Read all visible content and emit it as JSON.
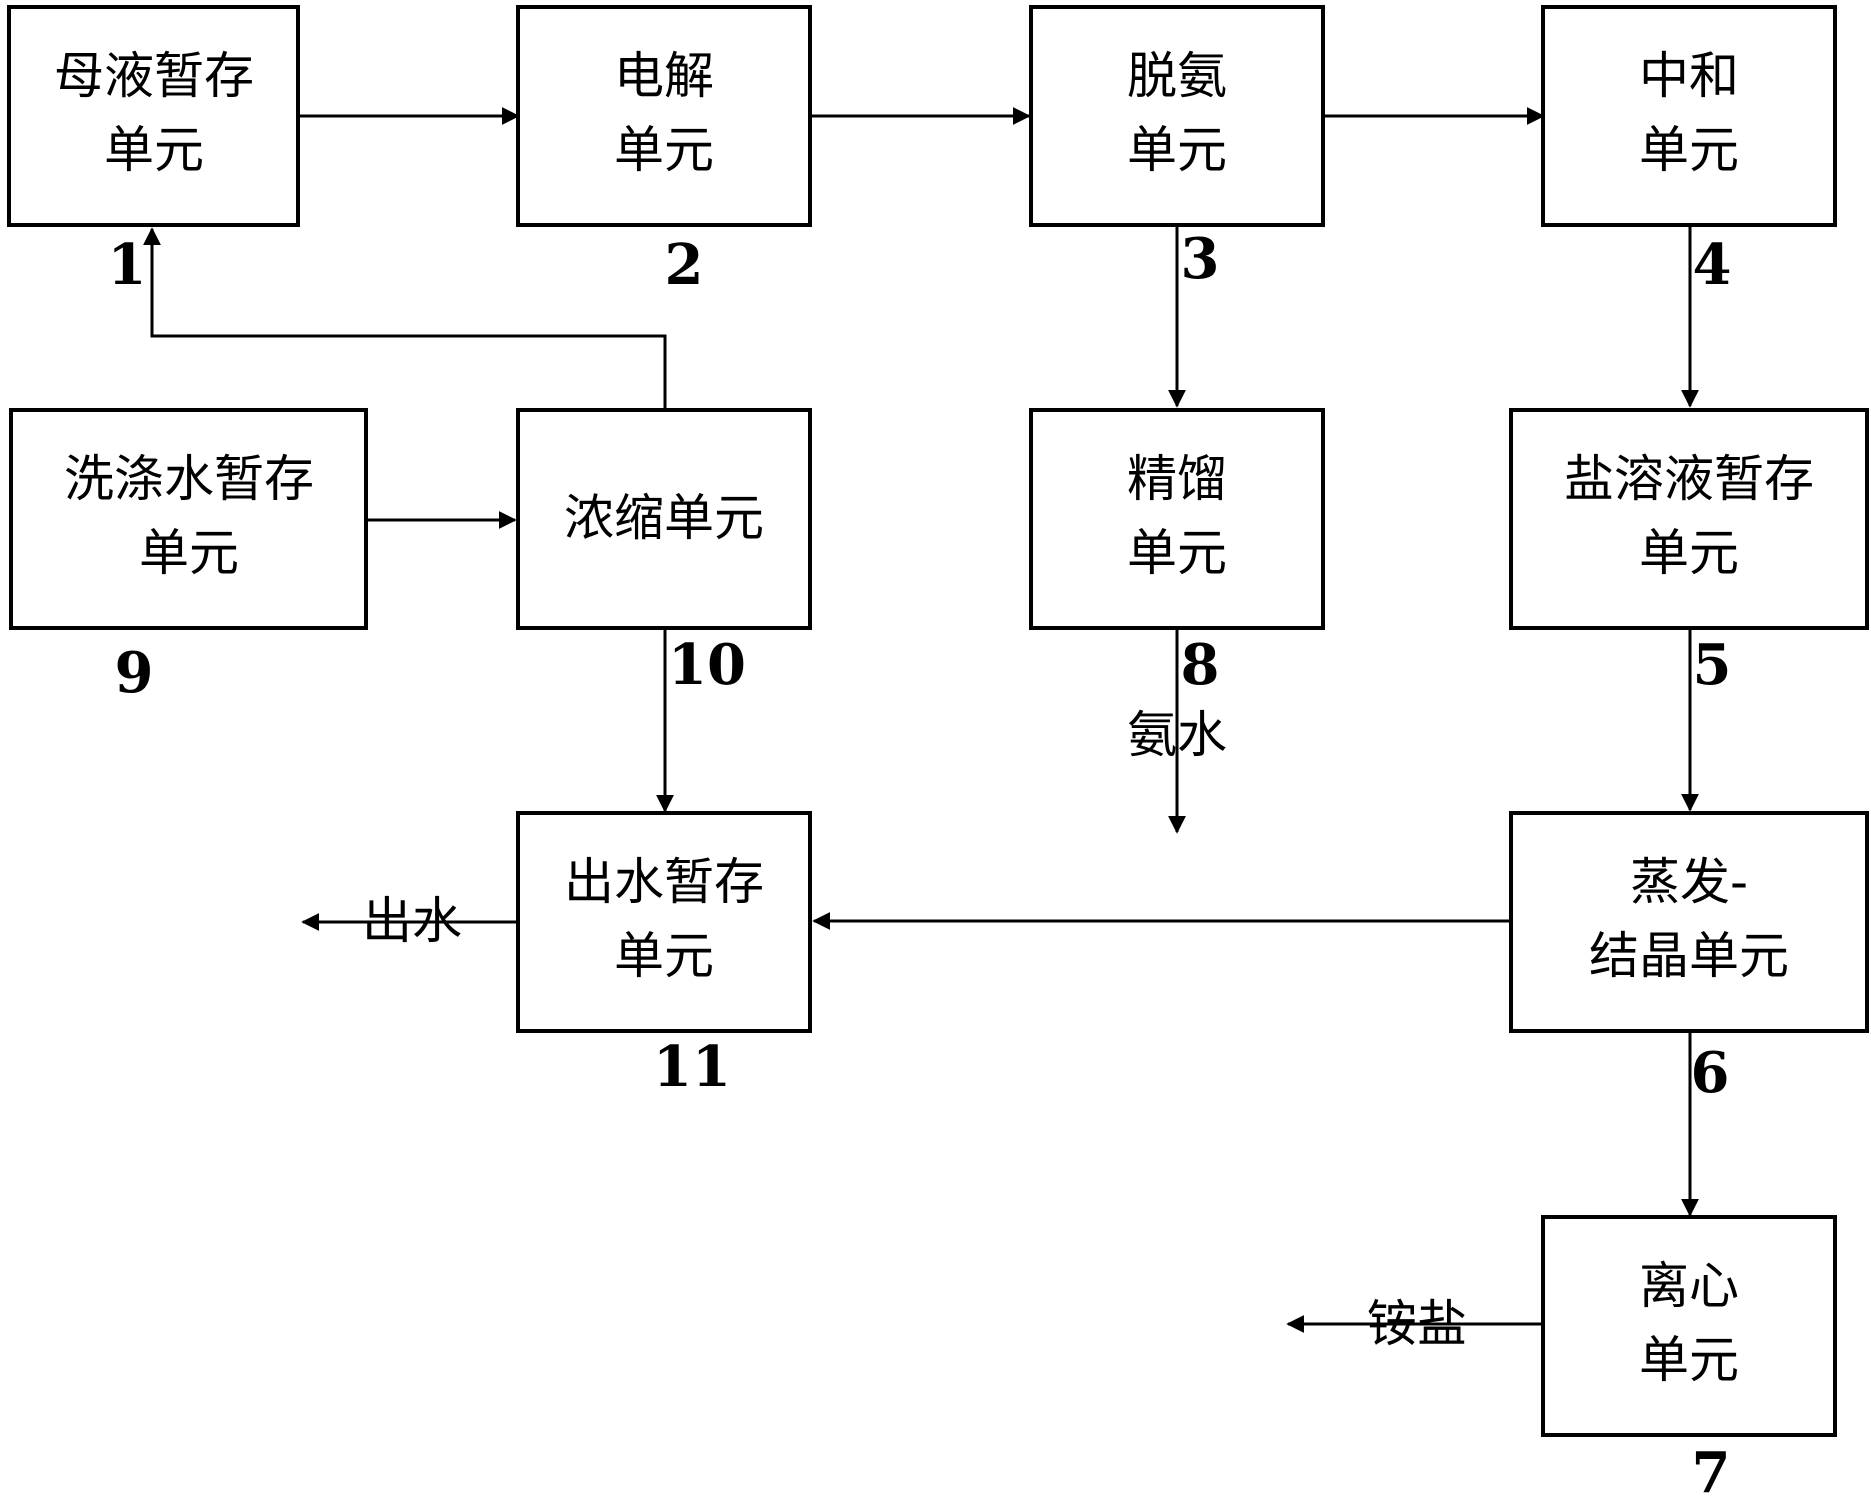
{
  "units": [
    {
      "id": "u1",
      "number": "1",
      "lines": [
        "母液暂存",
        "单元"
      ]
    },
    {
      "id": "u2",
      "number": "2",
      "lines": [
        "电解",
        "单元"
      ]
    },
    {
      "id": "u3",
      "number": "3",
      "lines": [
        "脱氨",
        "单元"
      ]
    },
    {
      "id": "u4",
      "number": "4",
      "lines": [
        "中和",
        "单元"
      ]
    },
    {
      "id": "u5",
      "number": "5",
      "lines": [
        "盐溶液暂存",
        "单元"
      ]
    },
    {
      "id": "u6",
      "number": "6",
      "lines": [
        "蒸发-",
        "结晶单元"
      ]
    },
    {
      "id": "u7",
      "number": "7",
      "lines": [
        "离心",
        "单元"
      ]
    },
    {
      "id": "u8",
      "number": "8",
      "lines": [
        "精馏",
        "单元"
      ]
    },
    {
      "id": "u9",
      "number": "9",
      "lines": [
        "洗涤水暂存",
        "单元"
      ]
    },
    {
      "id": "u10",
      "number": "10",
      "lines": [
        "浓缩单元"
      ]
    },
    {
      "id": "u11",
      "number": "11",
      "lines": [
        "出水暂存",
        "单元"
      ]
    }
  ],
  "outputs": {
    "ammonia_water": "氨水",
    "effluent_water": "出水",
    "ammonium_salt": "铵盐"
  },
  "flows": [
    {
      "from": "u1",
      "to": "u2"
    },
    {
      "from": "u2",
      "to": "u3"
    },
    {
      "from": "u3",
      "to": "u4"
    },
    {
      "from": "u3",
      "to": "u8"
    },
    {
      "from": "u4",
      "to": "u5"
    },
    {
      "from": "u5",
      "to": "u6"
    },
    {
      "from": "u6",
      "to": "u7"
    },
    {
      "from": "u6",
      "to": "u11"
    },
    {
      "from": "u9",
      "to": "u10"
    },
    {
      "from": "u10",
      "to": "u1"
    },
    {
      "from": "u10",
      "to": "u11"
    }
  ]
}
